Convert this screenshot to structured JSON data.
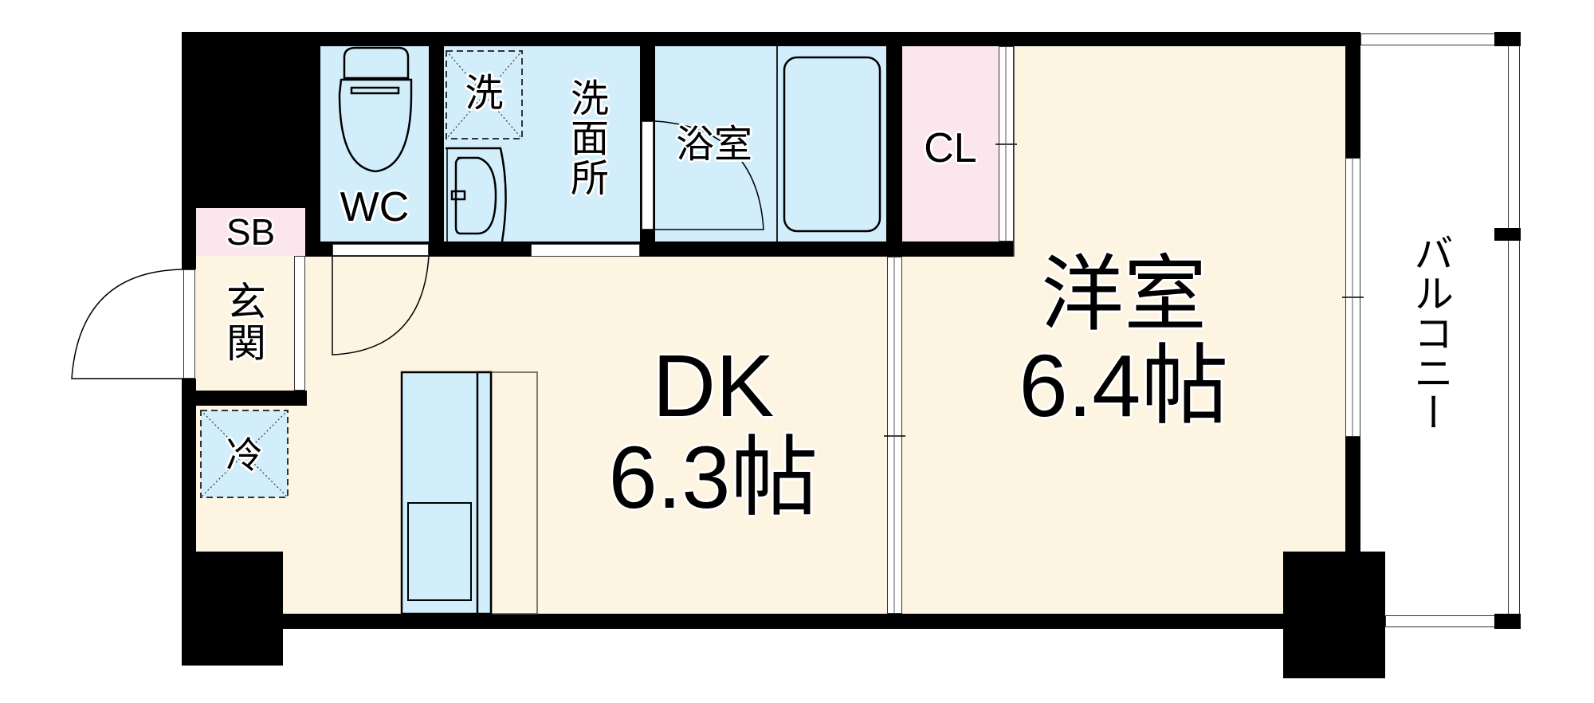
{
  "floorplan": {
    "title": "1DK floor plan",
    "colors": {
      "wall": "#000000",
      "living_floor": "#fdf5e2",
      "wet_area": "#d2eefb",
      "storage": "#fbe6ee",
      "background": "#ffffff"
    },
    "rooms": {
      "wc": {
        "label": "WC"
      },
      "washer": {
        "label": "洗"
      },
      "washroom": {
        "label": "洗面所"
      },
      "bathroom": {
        "label": "浴室"
      },
      "closet": {
        "label": "CL"
      },
      "shoe_box": {
        "label": "SB"
      },
      "entrance": {
        "label": "玄関"
      },
      "fridge": {
        "label": "冷"
      },
      "dk": {
        "label": "DK",
        "size": "6.3帖"
      },
      "western_room": {
        "label": "洋室",
        "size": "6.4帖"
      },
      "balcony": {
        "label": "バルコニー"
      }
    }
  }
}
